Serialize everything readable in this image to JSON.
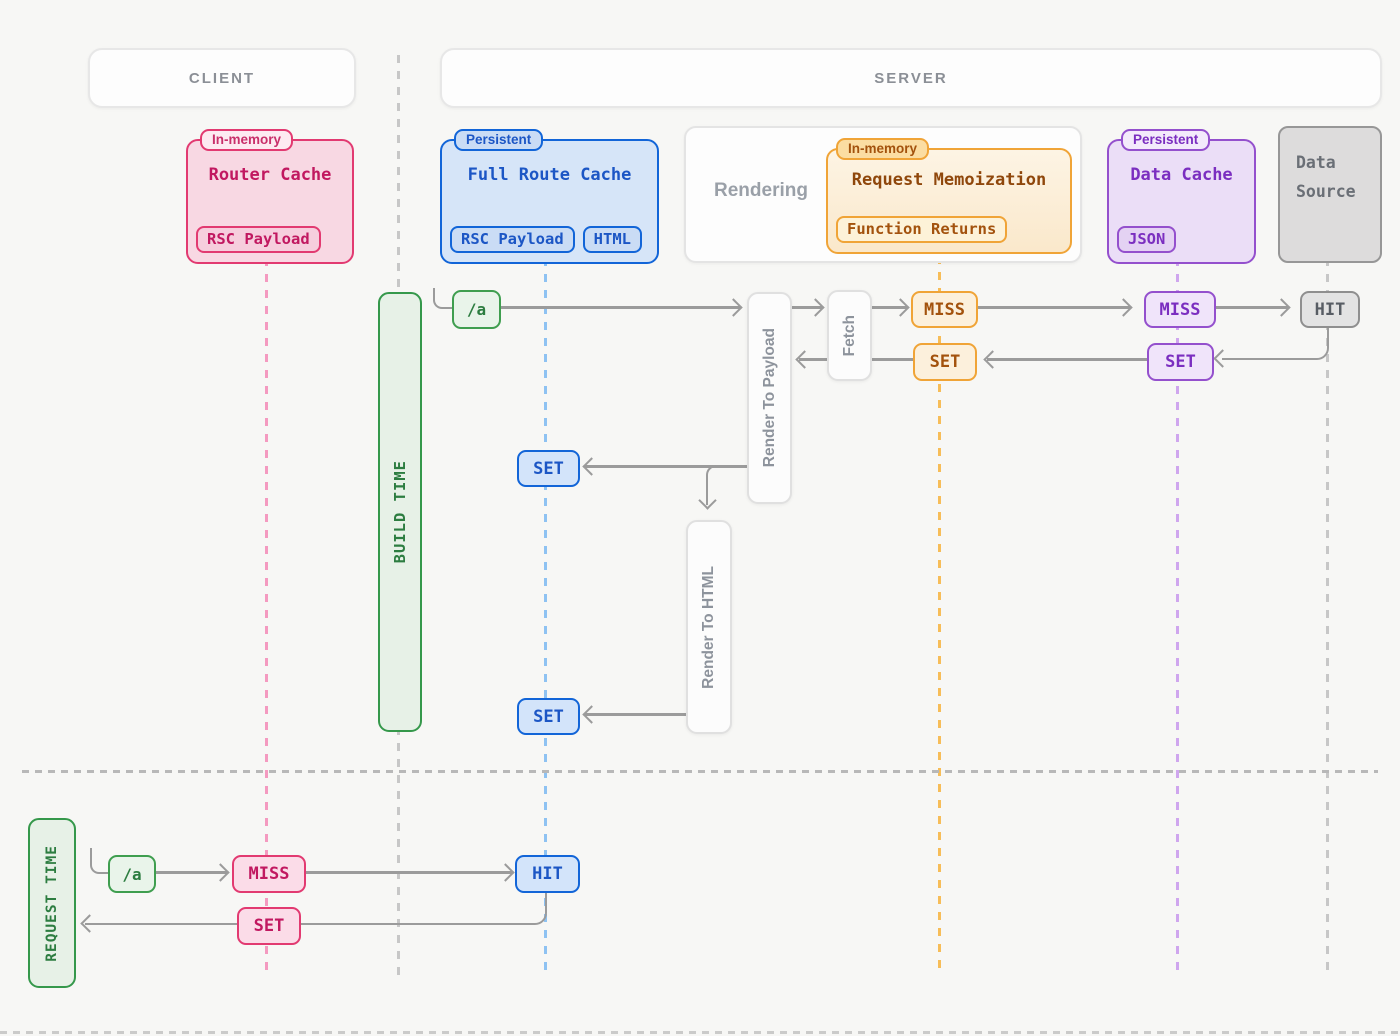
{
  "headers": {
    "client": "CLIENT",
    "server": "SERVER"
  },
  "boxes": {
    "router_cache": {
      "badge": "In-memory",
      "title": "Router Cache",
      "chips": [
        "RSC Payload"
      ]
    },
    "full_route_cache": {
      "badge": "Persistent",
      "title": "Full Route Cache",
      "chips": [
        "RSC Payload",
        "HTML"
      ]
    },
    "rendering": {
      "label": "Rendering"
    },
    "request_memoization": {
      "badge": "In-memory",
      "title": "Request Memoization",
      "chips": [
        "Function Returns"
      ]
    },
    "data_cache": {
      "badge": "Persistent",
      "title": "Data Cache",
      "chips": [
        "JSON"
      ]
    },
    "data_source": {
      "title": "Data Source"
    }
  },
  "bars": {
    "build_time": "BUILD TIME",
    "request_time": "REQUEST TIME"
  },
  "process": {
    "render_to_payload": "Render To Payload",
    "fetch": "Fetch",
    "render_to_html": "Render To HTML"
  },
  "build_flow": {
    "route": "/a",
    "memo_miss": "MISS",
    "memo_set": "SET",
    "data_miss": "MISS",
    "data_set": "SET",
    "source_hit": "HIT",
    "set_payload": "SET",
    "set_html": "SET"
  },
  "request_flow": {
    "route": "/a",
    "router_miss": "MISS",
    "router_set": "SET",
    "frc_hit": "HIT"
  },
  "colors": {
    "pink": "#e23a71",
    "blue": "#1265d8",
    "orange": "#f0a437",
    "purple": "#9450cd",
    "green": "#35984b",
    "gray": "#9b9b9b"
  }
}
